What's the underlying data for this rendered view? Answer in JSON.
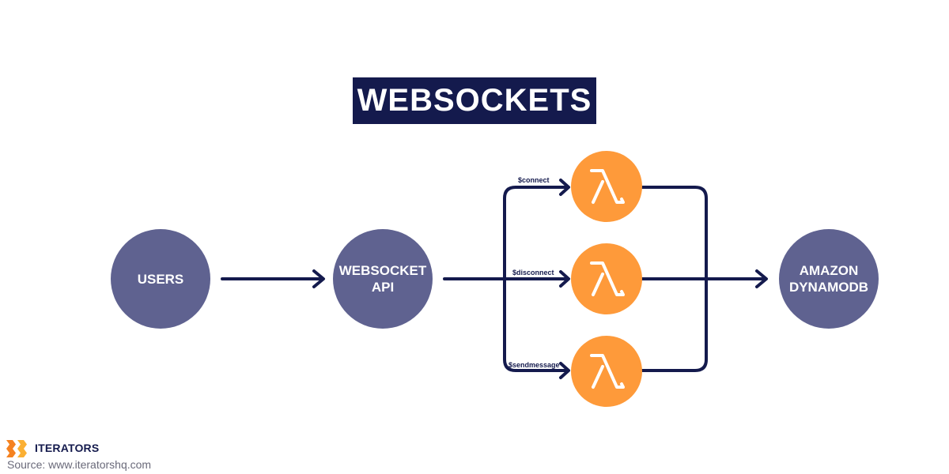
{
  "title": "WEBSOCKETS",
  "nodes": {
    "users": "USERS",
    "websocket_api": "WEBSOCKET\nAPI",
    "dynamodb": "AMAZON\nDYNAMODB"
  },
  "routes": {
    "connect": "$connect",
    "disconnect": "$disconnect",
    "sendmessage": "$sendmessage"
  },
  "footer": {
    "brand": "ITERATORS",
    "source": "Source: www.iteratorshq.com"
  },
  "colors": {
    "navy": "#141a4d",
    "node": "#5f6290",
    "lambda": "#fe9a3a",
    "logo_orange": "#f58220",
    "logo_yellow": "#fbb034"
  }
}
